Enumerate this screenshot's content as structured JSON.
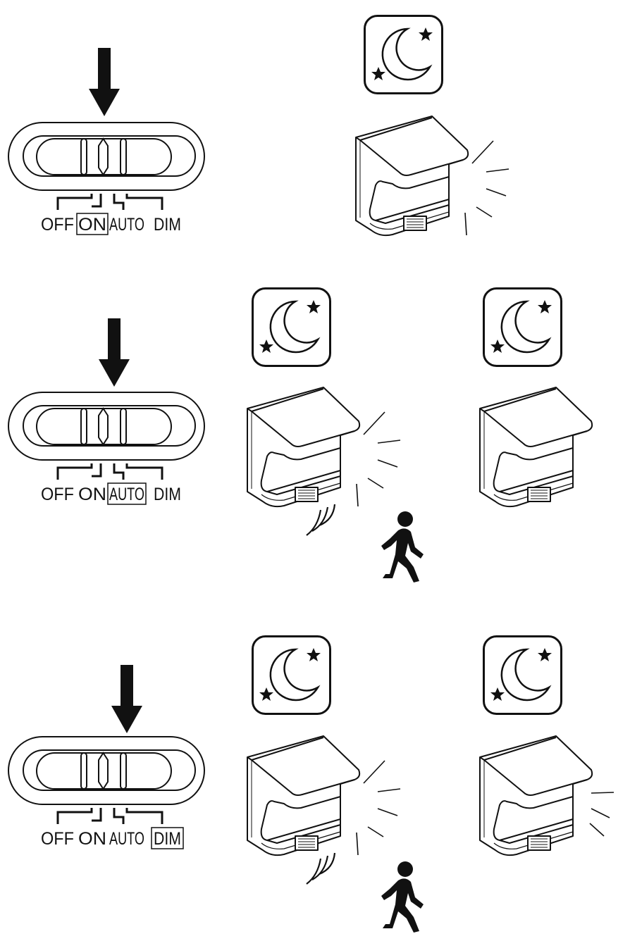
{
  "colors": {
    "ink": "#111111",
    "background": "#ffffff"
  },
  "rows": [
    {
      "mode": "ON",
      "switch_labels": {
        "off": "OFF",
        "on": "ON",
        "auto": "AUTO",
        "dim": "DIM"
      },
      "selected": "on"
    },
    {
      "mode": "AUTO",
      "switch_labels": {
        "off": "OFF",
        "on": "ON",
        "auto": "AUTO",
        "dim": "DIM"
      },
      "selected": "auto"
    },
    {
      "mode": "DIM",
      "switch_labels": {
        "off": "OFF",
        "on": "ON",
        "auto": "AUTO",
        "dim": "DIM"
      },
      "selected": "dim"
    }
  ],
  "icons": [
    "arrow-down-icon",
    "night-moon-icon",
    "lamp",
    "light-rays-icon",
    "motion-waves-icon",
    "walking-person-icon"
  ]
}
